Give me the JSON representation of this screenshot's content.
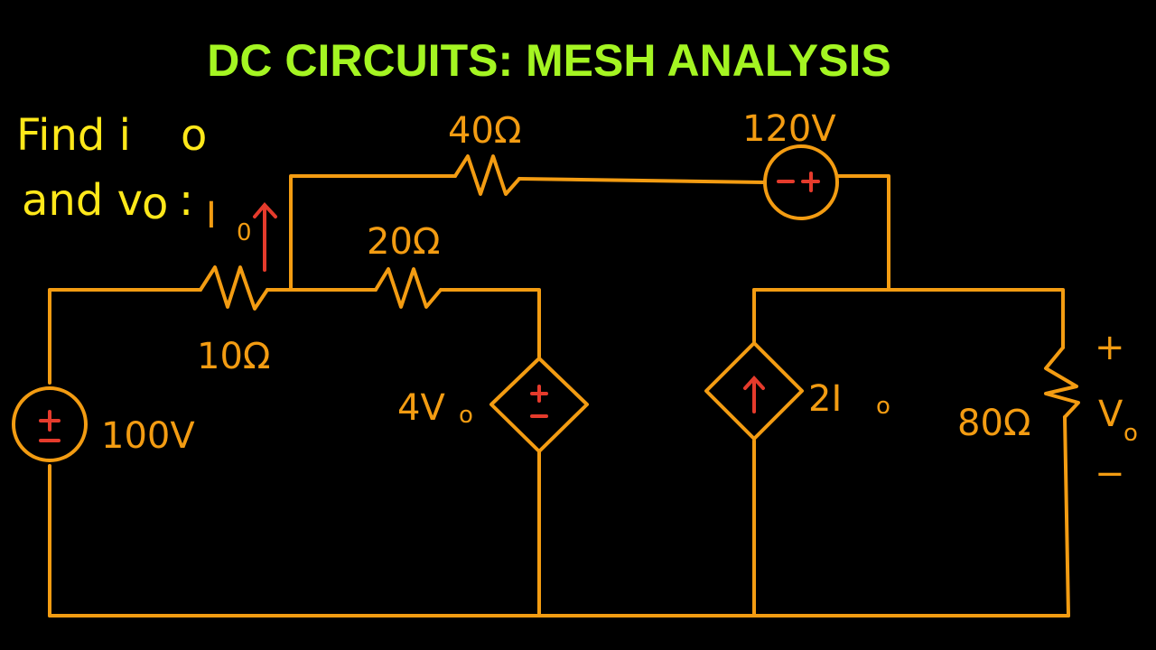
{
  "title": "DC CIRCUITS: MESH ANALYSIS",
  "prompt": {
    "line1": "Find i",
    "line1_sub": "o",
    "line2": "and v",
    "line2_sub": "o",
    "line2_colon": ":"
  },
  "colors": {
    "background": "#000000",
    "title": "#A4F522",
    "prompt": "#FFE81A",
    "wire": "#F39C12",
    "polarity": "#E53B2C"
  },
  "components": {
    "r40": {
      "label": "40Ω",
      "type": "resistor",
      "value_ohm": 40
    },
    "r20": {
      "label": "20Ω",
      "type": "resistor",
      "value_ohm": 20
    },
    "r10": {
      "label": "10Ω",
      "type": "resistor",
      "value_ohm": 10
    },
    "r80": {
      "label": "80Ω",
      "type": "resistor",
      "value_ohm": 80
    },
    "v100": {
      "label": "100V",
      "type": "independent-voltage-source",
      "polarity": "+ top, - bottom"
    },
    "v120": {
      "label": "120V",
      "type": "independent-voltage-source",
      "polarity": "- left, + right"
    },
    "dep_v": {
      "label": "4V",
      "label_sub": "o",
      "type": "dependent-voltage-source",
      "polarity": "+ top, - bottom"
    },
    "dep_i": {
      "label": "2I",
      "label_sub": "o",
      "type": "dependent-current-source",
      "direction": "up"
    }
  },
  "current_label": {
    "text": "I",
    "sub": "0",
    "direction": "up"
  },
  "vo_marker": {
    "plus": "+",
    "label": "V",
    "label_sub": "o",
    "minus": "−"
  }
}
